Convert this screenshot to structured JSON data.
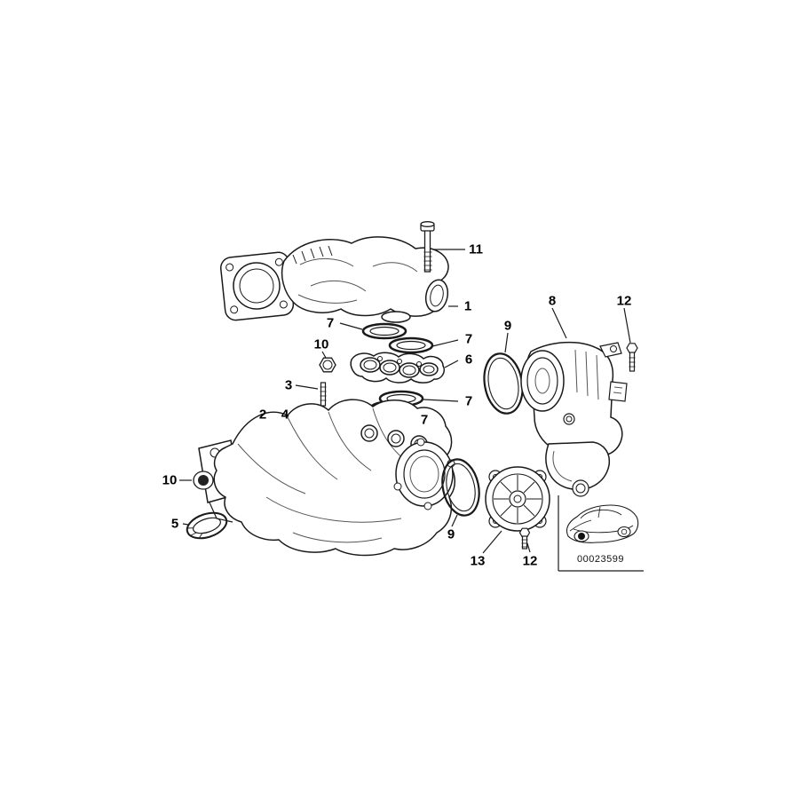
{
  "diagram": {
    "code": "00023599",
    "callouts": [
      {
        "id": "11",
        "label": "11"
      },
      {
        "id": "1",
        "label": "1"
      },
      {
        "id": "7a",
        "label": "7"
      },
      {
        "id": "7b",
        "label": "7"
      },
      {
        "id": "6",
        "label": "6"
      },
      {
        "id": "10a",
        "label": "10"
      },
      {
        "id": "3",
        "label": "3"
      },
      {
        "id": "2",
        "label": "2"
      },
      {
        "id": "4",
        "label": "4"
      },
      {
        "id": "7c",
        "label": "7"
      },
      {
        "id": "7d",
        "label": "7"
      },
      {
        "id": "8",
        "label": "8"
      },
      {
        "id": "9a",
        "label": "9"
      },
      {
        "id": "12a",
        "label": "12"
      },
      {
        "id": "10b",
        "label": "10"
      },
      {
        "id": "5",
        "label": "5"
      },
      {
        "id": "9b",
        "label": "9"
      },
      {
        "id": "13",
        "label": "13"
      },
      {
        "id": "12b",
        "label": "12"
      }
    ],
    "colors": {
      "line": "#1a1a1a",
      "detail": "#555555",
      "background": "#ffffff"
    },
    "thumbnail_icon": "car-side-icon"
  }
}
